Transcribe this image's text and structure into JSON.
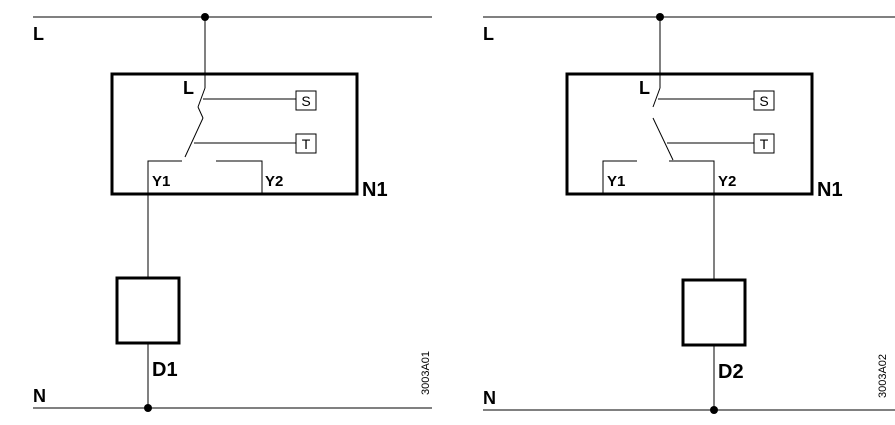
{
  "diagrams": [
    {
      "line_L": "L",
      "line_N": "N",
      "contact_label": "L",
      "sensor_label": "S",
      "timer_label": "T",
      "terminal_y1": "Y1",
      "terminal_y2": "Y2",
      "controller_label": "N1",
      "device_label": "D1",
      "drawing_code": "3003A01"
    },
    {
      "line_L": "L",
      "line_N": "N",
      "contact_label": "L",
      "sensor_label": "S",
      "timer_label": "T",
      "terminal_y1": "Y1",
      "terminal_y2": "Y2",
      "controller_label": "N1",
      "device_label": "D2",
      "drawing_code": "3003A02"
    }
  ]
}
